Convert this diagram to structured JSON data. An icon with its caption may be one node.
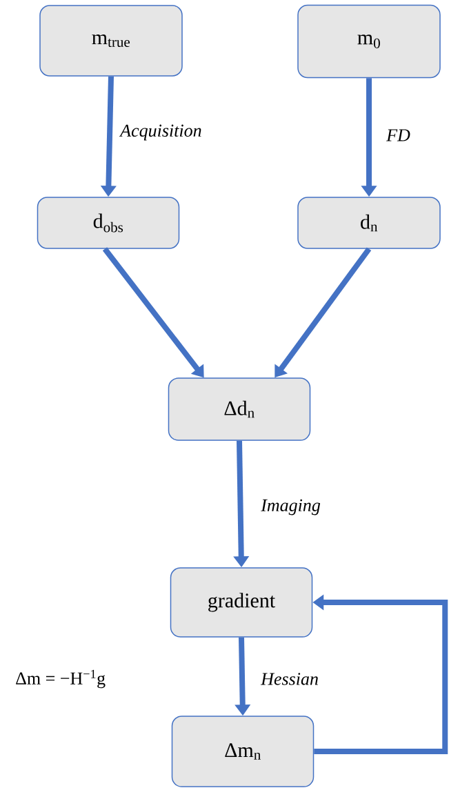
{
  "diagram": {
    "nodes": [
      {
        "text": [
          "m$_{true}$"
        ]
      },
      {
        "text": [
          "m$_{0}$"
        ]
      },
      {
        "text": [
          "d$_{obs}$"
        ]
      },
      {
        "text": [
          "d$_{n}$"
        ]
      },
      {
        "text": [
          "Δd$_{n}$"
        ]
      },
      {
        "text": [
          "gradient"
        ]
      },
      {
        "text": [
          "Δm$_{n}$"
        ]
      }
    ],
    "edges": [
      {
        "from": 0,
        "to": 2,
        "arrow": "to",
        "label": "Acquisition"
      },
      {
        "from": 1,
        "to": 3,
        "arrow": "to",
        "label": "FD"
      },
      {
        "from": 2,
        "to": 4,
        "arrow": "to"
      },
      {
        "from": 3,
        "to": 4,
        "arrow": "to"
      },
      {
        "from": 4,
        "to": 5,
        "arrow": "to",
        "label": "Imaging"
      },
      {
        "from": 5,
        "to": 6,
        "arrow": "to",
        "label": "Hessian"
      },
      {
        "from": 6,
        "to": 5,
        "arrow": "to"
      }
    ],
    "labels": [
      "Δm = −H$^{−1}$g"
    ]
  }
}
